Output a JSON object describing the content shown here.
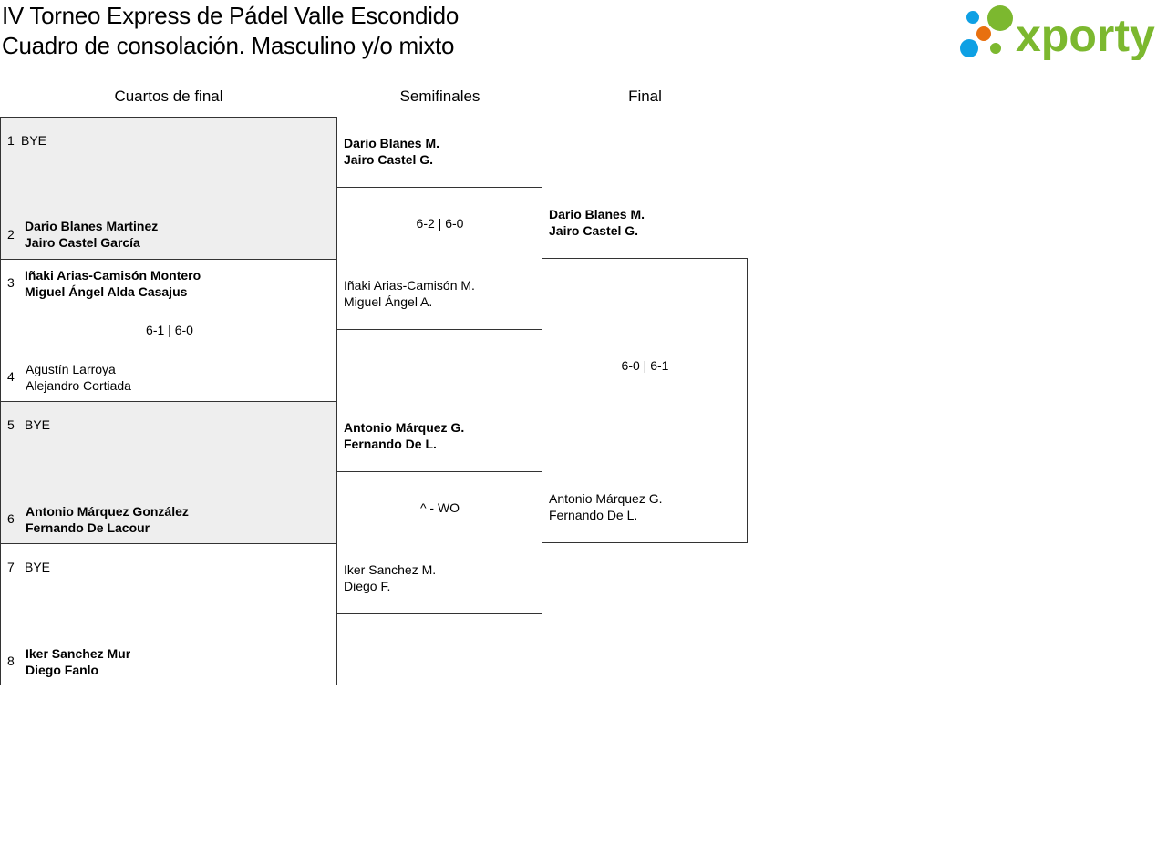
{
  "header": {
    "title_line1": "IV Torneo Express de Pádel Valle Escondido",
    "title_line2": "Cuadro de consolación. Masculino y/o mixto",
    "logo_text": "xporty"
  },
  "colors": {
    "logo_green": "#7cb82f",
    "logo_blue": "#0ea0e4",
    "logo_orange": "#e8700f",
    "bye_bg": "#eeeeee"
  },
  "rounds": [
    "Cuartos de final",
    "Semifinales",
    "Final"
  ],
  "quarterfinals": [
    {
      "seed_a": "1",
      "team_a": [
        "BYE"
      ],
      "seed_b": "2",
      "team_b": [
        "Dario Blanes Martinez",
        "Jairo Castel García"
      ],
      "score": ""
    },
    {
      "seed_a": "3",
      "team_a": [
        "Iñaki Arias-Camisón Montero",
        "Miguel Ángel Alda Casajus"
      ],
      "seed_b": "4",
      "team_b": [
        "Agustín Larroya",
        "Alejandro Cortiada"
      ],
      "score": "6-1 | 6-0"
    },
    {
      "seed_a": "5",
      "team_a": [
        "BYE"
      ],
      "seed_b": "6",
      "team_b": [
        "Antonio Márquez González",
        "Fernando De Lacour"
      ],
      "score": ""
    },
    {
      "seed_a": "7",
      "team_a": [
        "BYE"
      ],
      "seed_b": "8",
      "team_b": [
        "Iker Sanchez Mur",
        "Diego Fanlo"
      ],
      "score": ""
    }
  ],
  "semifinals": [
    {
      "team_a": [
        "Dario Blanes M.",
        "Jairo Castel G."
      ],
      "team_b": [
        "Iñaki Arias-Camisón M.",
        "Miguel Ángel A."
      ],
      "score": "6-2 | 6-0"
    },
    {
      "team_a": [
        "Antonio Márquez G.",
        "Fernando De L."
      ],
      "team_b": [
        "Iker Sanchez M.",
        "Diego F."
      ],
      "score": "^ - WO"
    }
  ],
  "final": {
    "team_a": [
      "Dario Blanes M.",
      "Jairo Castel G."
    ],
    "team_b": [
      "Antonio Márquez G.",
      "Fernando De L."
    ],
    "score": "6-0 | 6-1"
  }
}
